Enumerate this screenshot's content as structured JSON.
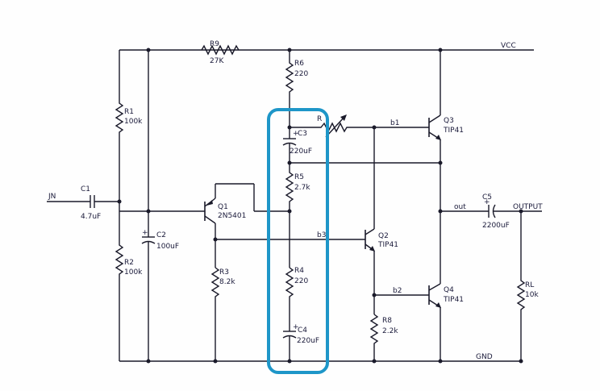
{
  "nets": {
    "vcc": "VCC",
    "gnd": "GND",
    "input": "JN",
    "output": "OUTPUT",
    "out": "out",
    "b1": "b1",
    "b2": "b2",
    "b3": "b3"
  },
  "components": {
    "R9": {
      "ref": "R9",
      "value": "27K"
    },
    "R6": {
      "ref": "R6",
      "value": "220"
    },
    "R1": {
      "ref": "R1",
      "value": "100k"
    },
    "R2": {
      "ref": "R2",
      "value": "100k"
    },
    "R3": {
      "ref": "R3",
      "value": "8.2k"
    },
    "R4": {
      "ref": "R4",
      "value": "220"
    },
    "R5": {
      "ref": "R5",
      "value": "2.7k"
    },
    "R7": {
      "ref": "R"
    },
    "R8": {
      "ref": "R8",
      "value": "2.2k"
    },
    "RL": {
      "ref": "RL",
      "value": "10k"
    },
    "C1": {
      "ref": "C1",
      "value": "4.7uF"
    },
    "C2": {
      "ref": "C2",
      "value": "100uF"
    },
    "C3": {
      "ref": "C3",
      "value": "220uF"
    },
    "C4": {
      "ref": "C4",
      "value": "220uF"
    },
    "C5": {
      "ref": "C5",
      "value": "2200uF"
    },
    "Q1": {
      "ref": "Q1",
      "value": "2N5401"
    },
    "Q2": {
      "ref": "Q2",
      "value": "TIP41"
    },
    "Q3": {
      "ref": "Q3",
      "value": "TIP41"
    },
    "Q4": {
      "ref": "Q4",
      "value": "TIP41"
    }
  },
  "colors": {
    "highlight": "#1e96c8",
    "wire": "#1a1a2a",
    "background": "#fefefe"
  }
}
